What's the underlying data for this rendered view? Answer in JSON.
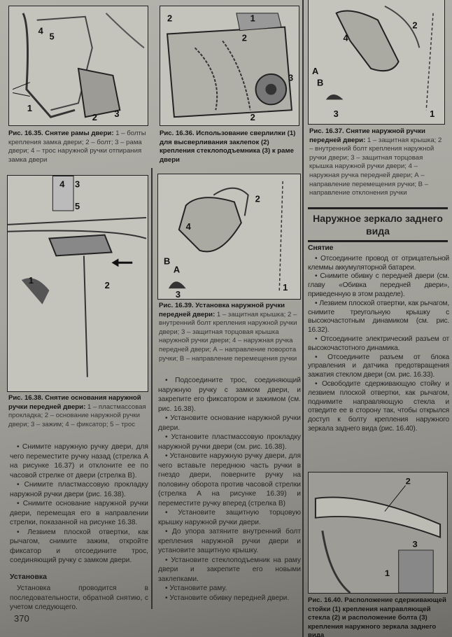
{
  "figures": [
    {
      "caption_title": "Рис. 16.35. Снятие рамы двери:",
      "caption_text": " 1 – болты крепления замка двери; 2 – болт; 3 – рама двери; 4 – трос наружной ручки отпирания замка двери",
      "callouts": [
        "4",
        "5",
        "1",
        "2",
        "3"
      ]
    },
    {
      "caption_title": "Рис. 16.36. Использование сверлилки (1) для высверливания заклепок (2) крепления стеклоподъемника (3) к раме двери",
      "caption_text": "",
      "callouts": [
        "2",
        "2",
        "1",
        "3",
        "2"
      ]
    },
    {
      "caption_title": "Рис. 16.37. Снятие наружной ручки передней двери:",
      "caption_text": " 1 – защитная крышка; 2 – внутренний болт крепления наружной ручки двери; 3 – защитная торцовая крышка наружной ручки двери; 4 – наружная ручка передней двери; А – направление перемещения ручки; В – направление отклонения ручки",
      "callouts": [
        "2",
        "4",
        "A",
        "B",
        "3",
        "1"
      ]
    },
    {
      "caption_title": "Рис. 16.38. Снятие основания наружной ручки передней двери:",
      "caption_text": " 1 – пластмассовая прокладка; 2 – основание наружной ручки двери; 3 – зажим; 4 – фиксатор; 5 – трос",
      "callouts": [
        "4",
        "3",
        "5",
        "1",
        "2"
      ]
    },
    {
      "caption_title": "Рис. 16.39. Установка наружной ручки передней двери:",
      "caption_text": " 1 – защитная крышка; 2 – внутренний болт крепления наружной ручки двери; 3 – защитная торцовая крышка наружной ручки двери; 4 – наружная ручка передней двери; А – направление поворота ручки; В – направление перемещения ручки",
      "callouts": [
        "2",
        "4",
        "B",
        "A",
        "3",
        "1"
      ]
    },
    {
      "caption_title": "Рис. 16.40. Расположение сдерживающей стойки (1) крепления направляющей стекла (2) и расположение болта (3) крепления наружного зеркала заднего вида",
      "caption_text": "",
      "callouts": [
        "2",
        "1",
        "3"
      ]
    }
  ],
  "left_column": {
    "paragraphs": [
      "Снимите наружную ручку двери, для чего переместите ручку назад (стрелка А на рисунке 16.37) и отклоните ее по часовой стрелке от двери (стрелка В).",
      "Снимите пластмассовую прокладку наружной ручки двери (рис. 16.38).",
      "Снимите основание наружной ручки двери, перемещая его в направлении стрелки, показанной на рисунке 16.38.",
      "Лезвием плоской отвертки, как рычагом, снимите зажим, откройте фиксатор и отсоедините трос, соединяющий ручку с замком двери."
    ],
    "heading": "Установка",
    "install_text": "Установка проводится в последовательности, обратной снятию, с учетом следующего."
  },
  "middle_column": {
    "paragraphs": [
      "Подсоедините трос, соединяющий наружную ручку с замком двери, и закрепите его фиксатором и зажимом (см. рис. 16.38).",
      "Установите основание наружной ручки двери.",
      "Установите пластмассовую прокладку наружной ручки двери (см. рис. 16.38).",
      "Установите наружную ручку двери, для чего вставьте переднюю часть ручки в гнездо двери, поверните ручку на половину оборота против часовой стрелки (стрелка А на рисунке 16.39) и переместите ручку вперед (стрелка В)",
      "Установите защитную торцовую крышку наружной ручки двери.",
      "До упора затяните внутренний болт крепления наружной ручки двери и установите защитную крышку.",
      "Установите стеклоподъемник на раму двери и закрепите его новыми заклепками.",
      "Установите раму.",
      "Установите обивку передней двери."
    ]
  },
  "right_column": {
    "section_title": "Наружное зеркало заднего вида",
    "subheading": "Снятие",
    "paragraphs": [
      "Отсоедините провод от отрицательной клеммы аккумуляторной батареи.",
      "Снимите обивку с передней двери (см. главу «Обивка передней двери», приведенную в этом разделе).",
      "Лезвием плоской отвертки, как рычагом, снимите треугольную крышку с высокочастотным динамиком (см. рис. 16.32).",
      "Отсоедините электрический разъем от высокочастотного динамика.",
      "Отсоедините разъем от блока управления и датчика предотвращения зажатия стеклом двери (см. рис. 16.33).",
      "Освободите сдерживающую стойку и лезвием плоской отвертки, как рычагом, поднимите направляющую стекла и отведите ее в сторону так, чтобы открылся доступ к болту крепления наружного зеркала заднего вида (рис. 16.40)."
    ]
  },
  "page_number": "370"
}
